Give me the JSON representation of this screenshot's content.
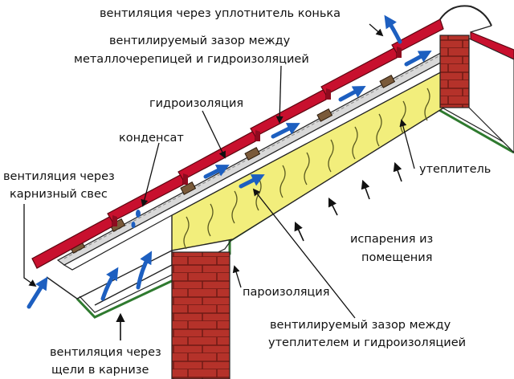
{
  "colors": {
    "tile": "#c8102e",
    "tile_dark": "#8e0b1f",
    "insulation": "#f2ee7c",
    "insulation_wave": "#5a5a20",
    "brick": "#b5322a",
    "vapor_barrier": "#2f7a2f",
    "arrow_blue": "#1d5fc0",
    "batten": "#7a5a3a",
    "text": "#111111"
  },
  "labels": {
    "ridge_vent": "вентиляция через уплотнитель конька",
    "gap_tile_1": "вентилируемый зазор между",
    "gap_tile_2": "металлочерепицей и гидроизоляцией",
    "waterproofing": "гидроизоляция",
    "condensate": "конденсат",
    "eave_vent_1": "вентиляция через",
    "eave_vent_2": "карнизный свес",
    "insulation": "утеплитель",
    "evaporation_1": "испарения из",
    "evaporation_2": "помещения",
    "vapor_barrier": "пароизоляция",
    "gap_insul_1": "вентилируемый зазор между",
    "gap_insul_2": "утеплителем и гидроизоляцией",
    "soffit_vent_1": "вентиляция через",
    "soffit_vent_2": "щели в карнизе"
  }
}
